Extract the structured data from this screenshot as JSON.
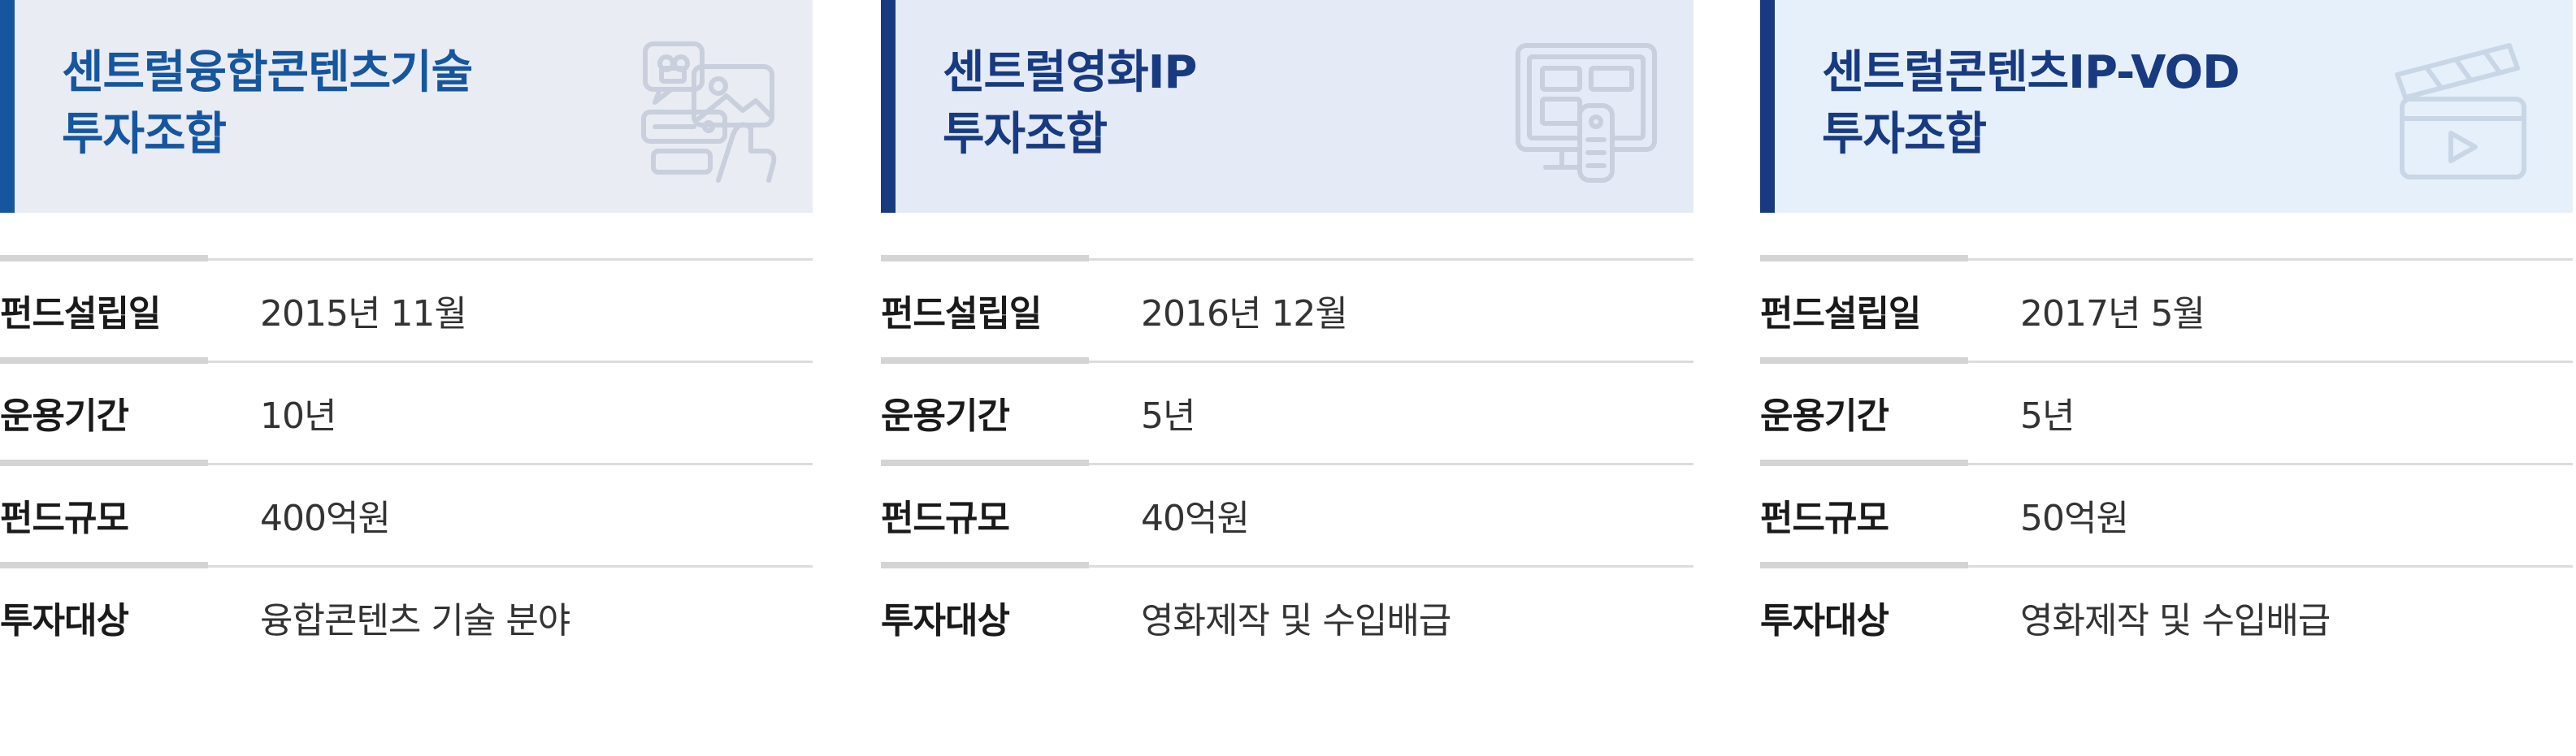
{
  "cards": [
    {
      "title_line1": "센트럴융합콘텐츠기술",
      "title_line2": "투자조합",
      "icon": "media-content-icon",
      "rows": [
        {
          "label": "펀드설립일",
          "value": "2015년 11월"
        },
        {
          "label": "운용기간",
          "value": "10년"
        },
        {
          "label": "펀드규모",
          "value": "400억원"
        },
        {
          "label": "투자대상",
          "value": "융합콘텐츠 기술 분야"
        }
      ]
    },
    {
      "title_line1": "센트럴영화IP",
      "title_line2": "투자조합",
      "icon": "tv-remote-icon",
      "rows": [
        {
          "label": "펀드설립일",
          "value": "2016년 12월"
        },
        {
          "label": "운용기간",
          "value": "5년"
        },
        {
          "label": "펀드규모",
          "value": "40억원"
        },
        {
          "label": "투자대상",
          "value": "영화제작 및 수입배급"
        }
      ]
    },
    {
      "title_line1": "센트럴콘텐츠IP-VOD",
      "title_line2": "투자조합",
      "icon": "clapperboard-play-icon",
      "rows": [
        {
          "label": "펀드설립일",
          "value": "2017년 5월"
        },
        {
          "label": "운용기간",
          "value": "5년"
        },
        {
          "label": "펀드규모",
          "value": "50억원"
        },
        {
          "label": "투자대상",
          "value": "영화제작 및 수입배급"
        }
      ]
    }
  ],
  "colors": {
    "title_blue": "#15569e",
    "title_navy": "#173a80",
    "label_text": "#1a1a1a",
    "value_text": "#333333",
    "divider": "#dcdcdc"
  }
}
